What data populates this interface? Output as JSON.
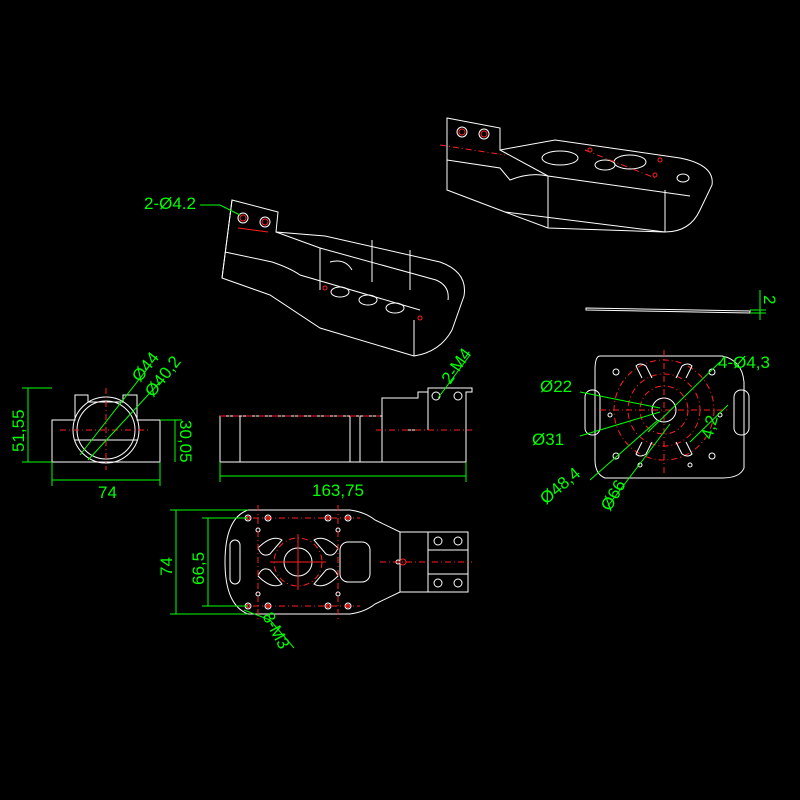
{
  "colors": {
    "background": "#000000",
    "outline": "#ffffff",
    "dimension": "#00ff00",
    "centerline": "#ff2020"
  },
  "callouts": {
    "iso_holes": "2-Ø4.2",
    "side_dia_outer": "Ø44",
    "side_dia_inner": "Ø40,2",
    "side_height": "51,55",
    "side_clamp_height": "30,05",
    "side_width": "74",
    "front_length": "163,75",
    "front_thread": "2-M4",
    "plate_thickness": "2",
    "plate_dia_22": "Ø22",
    "plate_dia_31": "Ø31",
    "plate_dia_48": "Ø48,4",
    "plate_dia_66": "Ø66",
    "plate_holes": "4-Ø4,3",
    "plate_slot": "4,2",
    "top_width": "74",
    "top_inner": "66,5",
    "top_thread": "8-M3"
  }
}
